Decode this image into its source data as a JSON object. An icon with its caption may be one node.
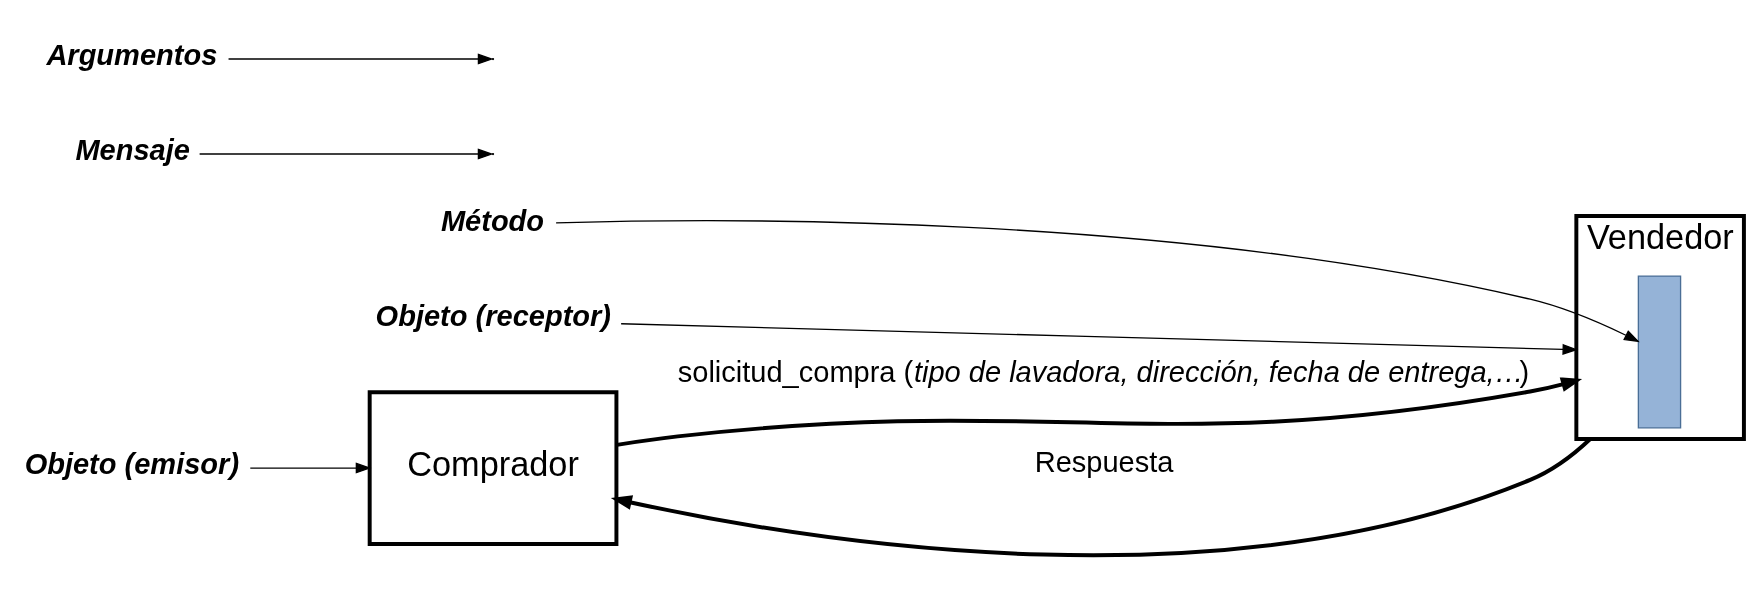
{
  "diagram": {
    "nodes": [
      {
        "text": [
          "Comprador"
        ]
      },
      {
        "text": [
          "Vendedor"
        ]
      },
      {
        "text": [],
        "shape": "bar",
        "in": 1
      },
      {
        "text": [
          "Mensaje"
        ]
      },
      {
        "text": [
          "Argumentos"
        ]
      },
      {
        "text": [
          "Método"
        ]
      },
      {
        "text": [
          "Objeto (emisor)"
        ]
      },
      {
        "text": [
          "Objeto (receptor)"
        ]
      }
    ],
    "edges": [
      {
        "from": 0,
        "to": 1,
        "arrow": "to",
        "label": "solicitud_compra (*tipo de lavadora, dirección, fecha de entrega,…*)",
        "style": "thick"
      },
      {
        "from": 1,
        "to": 0,
        "arrow": "to",
        "label": "Respuesta",
        "style": "thick"
      },
      {
        "from": 3,
        "to": null,
        "arrow": "to"
      },
      {
        "from": 4,
        "to": null,
        "arrow": "to"
      },
      {
        "from": 5,
        "to": 2,
        "arrow": "to"
      },
      {
        "from": 6,
        "to": 0,
        "arrow": "to"
      },
      {
        "from": 7,
        "to": 1,
        "arrow": "to"
      }
    ]
  }
}
